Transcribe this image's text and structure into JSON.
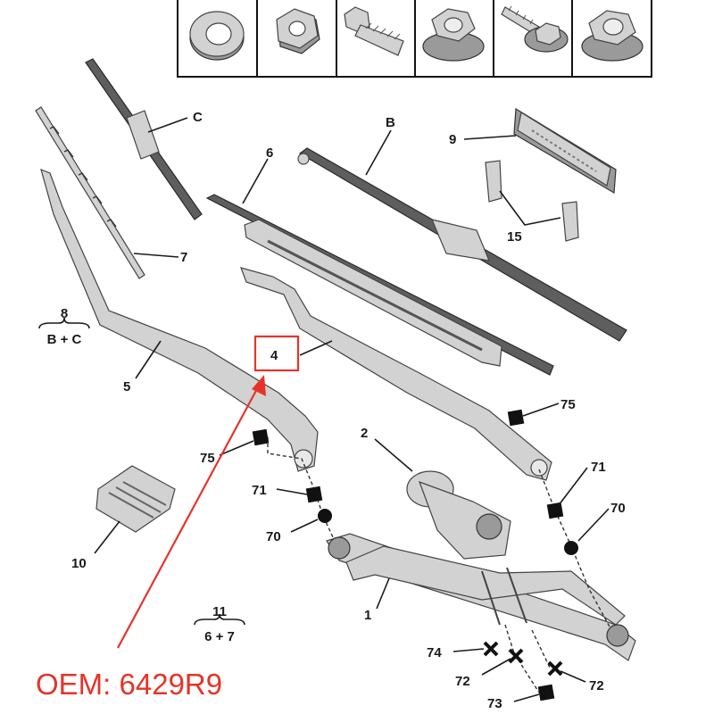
{
  "callouts": {
    "c": "C",
    "b": "B",
    "six": "6",
    "seven": "7",
    "nine": "9",
    "fifteen": "15",
    "four": "4",
    "five": "5",
    "two": "2",
    "one": "1",
    "ten": "10",
    "p75a": "75",
    "p75b": "75",
    "p71a": "71",
    "p71b": "71",
    "p70a": "70",
    "p70b": "70",
    "p74": "74",
    "p72a": "72",
    "p72b": "72",
    "p73": "73"
  },
  "kits": {
    "k8": {
      "num": "8",
      "sub": "B + C"
    },
    "k11": {
      "num": "11",
      "sub": "6 + 7"
    }
  },
  "oem_label": "OEM: 6429R9",
  "highlight_color": "#e63329",
  "hardware_icons": [
    "washer-icon",
    "hex-nut-icon",
    "bolt-icon",
    "flange-nut-icon",
    "screw-icon",
    "lock-nut-icon"
  ]
}
